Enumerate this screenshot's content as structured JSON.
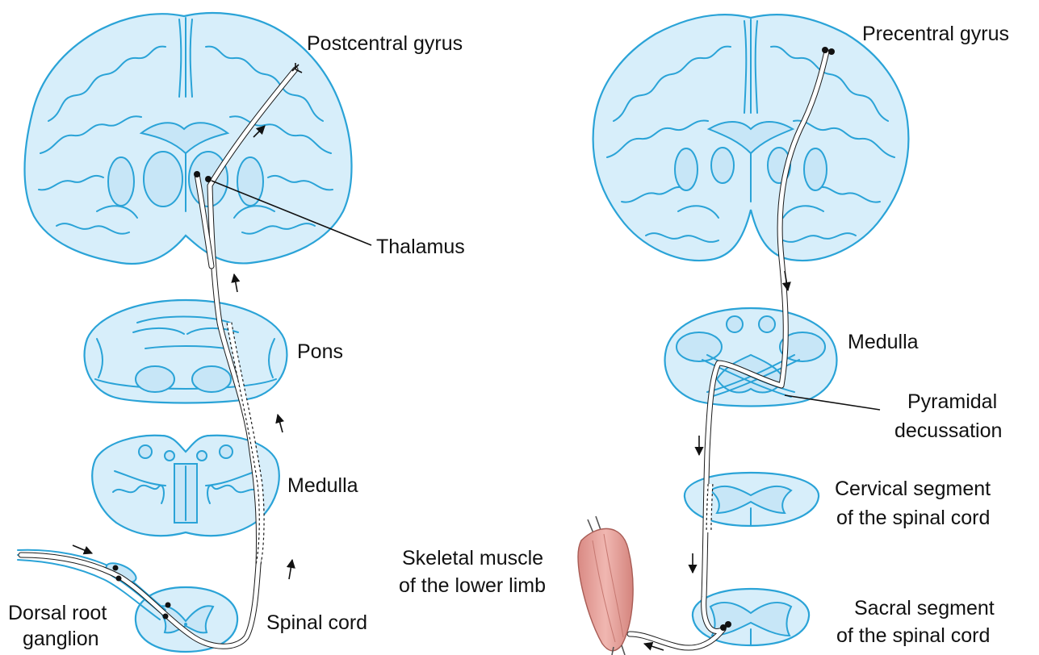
{
  "left_pathway": {
    "labels": {
      "cortex": "Postcentral gyrus",
      "thalamus": "Thalamus",
      "pons": "Pons",
      "medulla": "Medulla",
      "spinal_cord": "Spinal cord",
      "ganglion_line1": "Dorsal root",
      "ganglion_line2": "ganglion"
    }
  },
  "right_pathway": {
    "labels": {
      "cortex": "Precentral gyrus",
      "medulla": "Medulla",
      "decussation_line1": "Pyramidal",
      "decussation_line2": "decussation",
      "cervical_line1": "Cervical segment",
      "cervical_line2": "of the spinal cord",
      "muscle_line1": "Skeletal muscle",
      "muscle_line2": "of the lower limb",
      "sacral_line1": "Sacral segment",
      "sacral_line2": "of the spinal cord"
    }
  },
  "colors": {
    "tissue_fill": "#d7eefa",
    "tissue_stroke": "#2aa3d7",
    "muscle_fill": "#e9a9a3",
    "ink": "#111111"
  }
}
